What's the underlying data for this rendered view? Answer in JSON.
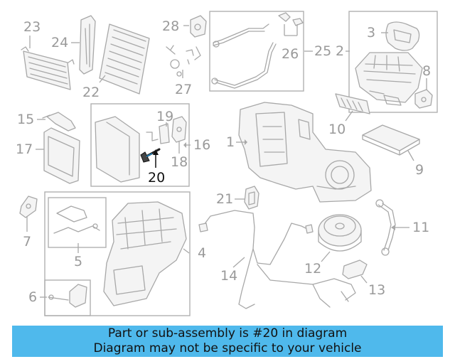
{
  "callouts": [
    {
      "id": "1",
      "text": "1"
    },
    {
      "id": "2",
      "text": "2"
    },
    {
      "id": "3",
      "text": "3"
    },
    {
      "id": "4",
      "text": "4"
    },
    {
      "id": "5",
      "text": "5"
    },
    {
      "id": "6",
      "text": "6"
    },
    {
      "id": "7",
      "text": "7"
    },
    {
      "id": "8",
      "text": "8"
    },
    {
      "id": "9",
      "text": "9"
    },
    {
      "id": "10",
      "text": "10"
    },
    {
      "id": "11",
      "text": "11"
    },
    {
      "id": "12",
      "text": "12"
    },
    {
      "id": "13",
      "text": "13"
    },
    {
      "id": "14",
      "text": "14"
    },
    {
      "id": "15",
      "text": "15"
    },
    {
      "id": "16",
      "text": "16"
    },
    {
      "id": "17",
      "text": "17"
    },
    {
      "id": "18",
      "text": "18"
    },
    {
      "id": "19",
      "text": "19"
    },
    {
      "id": "20",
      "text": "20",
      "highlighted": true
    },
    {
      "id": "21",
      "text": "21"
    },
    {
      "id": "22",
      "text": "22"
    },
    {
      "id": "23",
      "text": "23"
    },
    {
      "id": "24",
      "text": "24"
    },
    {
      "id": "25",
      "text": "25"
    },
    {
      "id": "26",
      "text": "26"
    },
    {
      "id": "27",
      "text": "27"
    },
    {
      "id": "28",
      "text": "28"
    }
  ],
  "colors": {
    "banner_bg": "#4fb9ec",
    "highlight": "#111111",
    "callout": "#9a9a9a"
  },
  "banner": {
    "line1": "Part or sub-assembly is #20 in diagram",
    "line2": "Diagram may not be specific to your vehicle"
  }
}
